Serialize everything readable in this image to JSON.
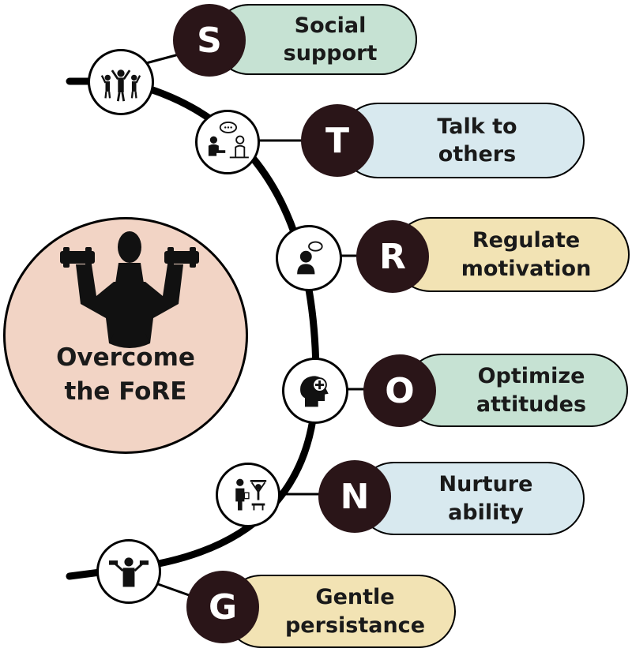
{
  "center": {
    "title": "Overcome\nthe FoRE",
    "icon": "person-lifting-dumbbells-icon",
    "color": "#f2d4c5"
  },
  "steps": [
    {
      "letter": "S",
      "label": "Social\nsupport",
      "color": "#c6e2d3",
      "icon": "group-exercise-icon"
    },
    {
      "letter": "T",
      "label": "Talk to\nothers",
      "color": "#d8e9ef",
      "icon": "conversation-icon"
    },
    {
      "letter": "R",
      "label": "Regulate\nmotivation",
      "color": "#f2e3b4",
      "icon": "thinking-person-icon"
    },
    {
      "letter": "O",
      "label": "Optimize\nattitudes",
      "color": "#c6e2d3",
      "icon": "head-plus-icon"
    },
    {
      "letter": "N",
      "label": "Nurture\nability",
      "color": "#d8e9ef",
      "icon": "trainer-icon"
    },
    {
      "letter": "G",
      "label": "Gentle\npersistance",
      "color": "#f2e3b4",
      "icon": "person-dumbbell-icon"
    }
  ],
  "colors": {
    "letter_bg": "#2a1518",
    "line": "#000000"
  }
}
